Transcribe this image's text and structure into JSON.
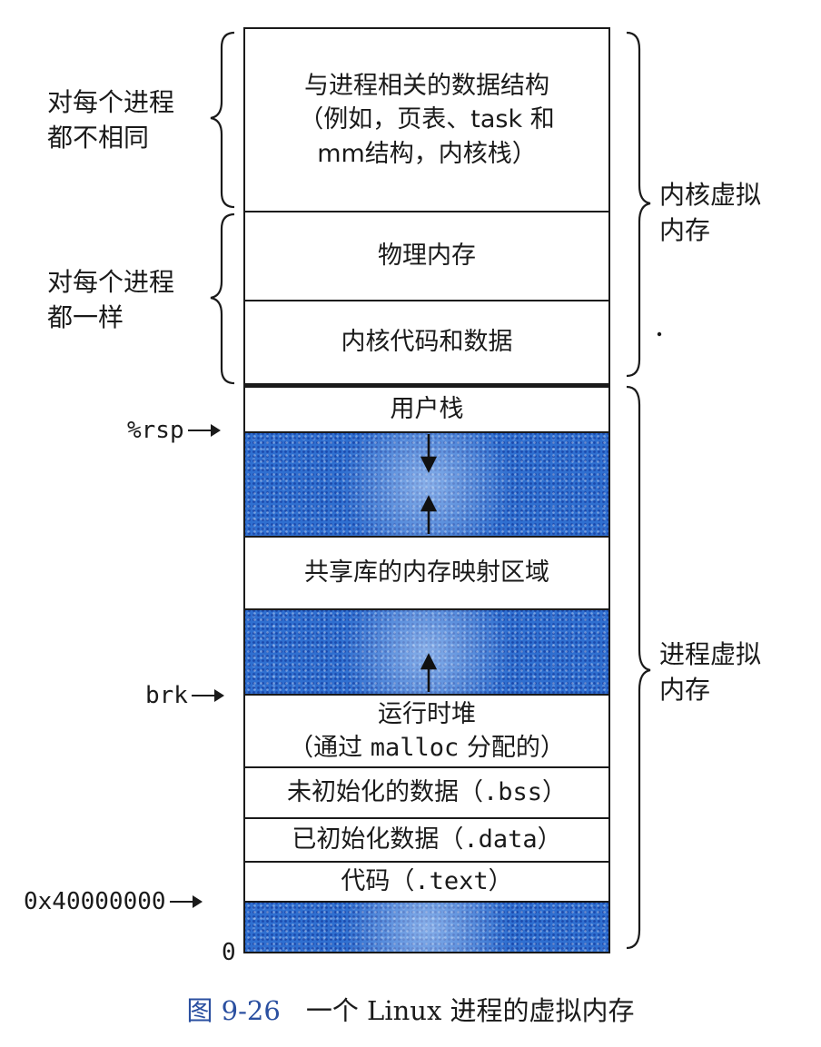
{
  "segments": {
    "kernel_ds_1": "与进程相关的数据结构",
    "kernel_ds_2": "（例如，页表、task 和",
    "kernel_ds_3": "mm结构，内核栈）",
    "physical_memory": "物理内存",
    "kernel_code_data": "内核代码和数据",
    "user_stack": "用户栈",
    "shared_libs": "共享库的内存映射区域",
    "heap_1": "运行时堆",
    "heap_2_prefix": "（通过 ",
    "heap_2_code": "malloc",
    "heap_2_suffix": " 分配的）",
    "bss_text": "未初始化的数据（",
    "bss_code": ".bss",
    "bss_close": "）",
    "data_text": "已初始化数据（",
    "data_code": ".data",
    "data_close": "）",
    "text_text": "代码（",
    "text_code": ".text",
    "text_close": "）"
  },
  "left_labels": {
    "per_process_different_1": "对每个进程",
    "per_process_different_2": "都不相同",
    "per_process_same_1": "对每个进程",
    "per_process_same_2": "都一样"
  },
  "right_labels": {
    "kernel_vm_1": "内核虚拟",
    "kernel_vm_2": "内存",
    "process_vm_1": "进程虚拟",
    "process_vm_2": "内存"
  },
  "pointers": {
    "rsp": "%rsp",
    "brk": "brk",
    "start_addr": "0x40000000",
    "zero": "0"
  },
  "caption": {
    "figure_number": "图 9-26",
    "title": "一个 Linux 进程的虚拟内存"
  },
  "colors": {
    "unmapped_fill": "#2f6fd0",
    "caption_number": "#2a4fa0"
  }
}
